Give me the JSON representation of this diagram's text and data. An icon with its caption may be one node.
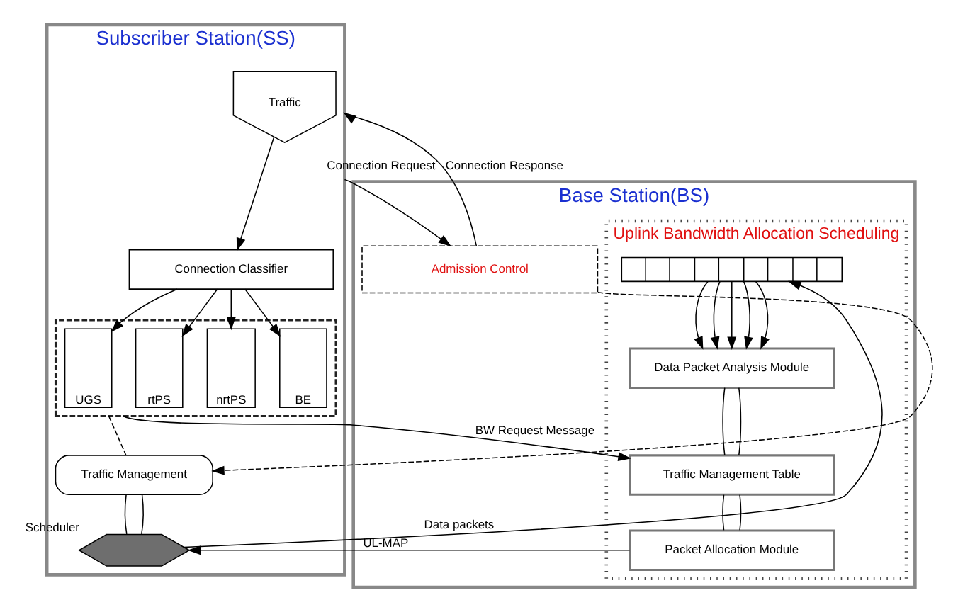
{
  "diagram": {
    "nodes": [
      {
        "text": [
          "Subscriber Station(SS)"
        ]
      },
      {
        "text": [
          "Traffic"
        ],
        "in": 0
      },
      {
        "text": [
          "Connection Classifier"
        ],
        "in": 0
      },
      {
        "text": [],
        "shape": "box",
        "in": 0
      },
      {
        "text": [
          "UGS"
        ],
        "in": 3
      },
      {
        "text": [
          "rtPS"
        ],
        "in": 3
      },
      {
        "text": [
          "nrtPS"
        ],
        "in": 3
      },
      {
        "text": [
          "BE"
        ],
        "in": 3
      },
      {
        "text": [
          "Traffic Management"
        ],
        "in": 0
      },
      {
        "text": [],
        "shape": "hexagon",
        "beside": [
          "Scheduler"
        ],
        "in": 0
      },
      {
        "text": [
          "Base Station(BS)"
        ]
      },
      {
        "text": [
          "Admission Control"
        ],
        "in": 10
      },
      {
        "text": [
          "Uplink Bandwidth Allocation Scheduling"
        ],
        "in": 10
      },
      {
        "text": [],
        "shape": "bar",
        "in": 12
      },
      {
        "text": [
          "Data Packet Analysis Module"
        ],
        "in": 12
      },
      {
        "text": [
          "Traffic Management Table"
        ],
        "in": 12
      },
      {
        "text": [
          "Packet Allocation Module"
        ],
        "in": 12
      }
    ],
    "edges": [
      {
        "from": 1,
        "to": 2,
        "arrow": "to"
      },
      {
        "from": 2,
        "to": 4,
        "arrow": "to"
      },
      {
        "from": 2,
        "to": 5,
        "arrow": "to"
      },
      {
        "from": 2,
        "to": 6,
        "arrow": "to"
      },
      {
        "from": 2,
        "to": 7,
        "arrow": "to"
      },
      {
        "from": 3,
        "to": 8,
        "arrow": "none",
        "style": "dashed"
      },
      {
        "from": 8,
        "to": 9,
        "arrow": "none"
      },
      {
        "from": 8,
        "to": 9,
        "arrow": "none"
      },
      {
        "from": 0,
        "to": 11,
        "arrow": "to",
        "label": "Connection Request"
      },
      {
        "from": 11,
        "to": 0,
        "arrow": "to",
        "label": "Connection Response"
      },
      {
        "from": 11,
        "to": 8,
        "arrow": "to",
        "style": "dashed"
      },
      {
        "from": 9,
        "to": 13,
        "arrow": "to",
        "label": "Data packets"
      },
      {
        "from": 3,
        "to": 15,
        "arrow": "to",
        "label": "BW Request Message"
      },
      {
        "from": 13,
        "to": 14,
        "arrow": "to"
      },
      {
        "from": 13,
        "to": 14,
        "arrow": "to"
      },
      {
        "from": 13,
        "to": 14,
        "arrow": "to"
      },
      {
        "from": 13,
        "to": 14,
        "arrow": "to"
      },
      {
        "from": 13,
        "to": 14,
        "arrow": "to"
      },
      {
        "from": 14,
        "to": 15,
        "arrow": "none"
      },
      {
        "from": 14,
        "to": 15,
        "arrow": "none"
      },
      {
        "from": 15,
        "to": 16,
        "arrow": "none"
      },
      {
        "from": 15,
        "to": 16,
        "arrow": "none"
      },
      {
        "from": 16,
        "to": 9,
        "arrow": "to",
        "label": "UL-MAP"
      }
    ]
  }
}
